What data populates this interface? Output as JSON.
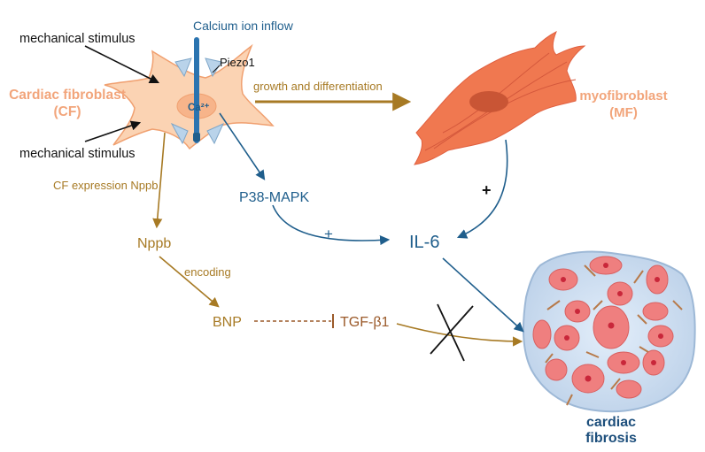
{
  "labels": {
    "calcium_inflow": "Calcium ion inflow",
    "mech_top": "mechanical stimulus",
    "mech_bottom": "mechanical stimulus",
    "piezo": "Piezo1",
    "ca": "Ca²⁺",
    "cf_line1": "Cardiac fibroblast",
    "cf_line2": "(CF)",
    "growth": "growth and differentiation",
    "mf_line1": "myofibroblast",
    "mf_line2": "(MF)",
    "cf_expression": "CF expression Nppb",
    "p38": "P38-MAPK",
    "plus_left": "+",
    "plus_right": "+",
    "il6": "IL-6",
    "nppb": "Nppb",
    "encoding": "encoding",
    "bnp": "BNP",
    "tgf": "TGF-β1",
    "fibrosis_line1": "cardiac",
    "fibrosis_line2": "fibrosis"
  },
  "colors": {
    "blue_arrow": "#1f5e8c",
    "gold_arrow": "#a77a24",
    "cell_fill": "#fbd3b3",
    "cell_stroke": "#f0a070",
    "myo_fill": "#f07850",
    "tissue_fill": "#c9dcf0",
    "tissue_cell": "#ef7f7f",
    "fibrosis_text": "#1d4f7c"
  }
}
